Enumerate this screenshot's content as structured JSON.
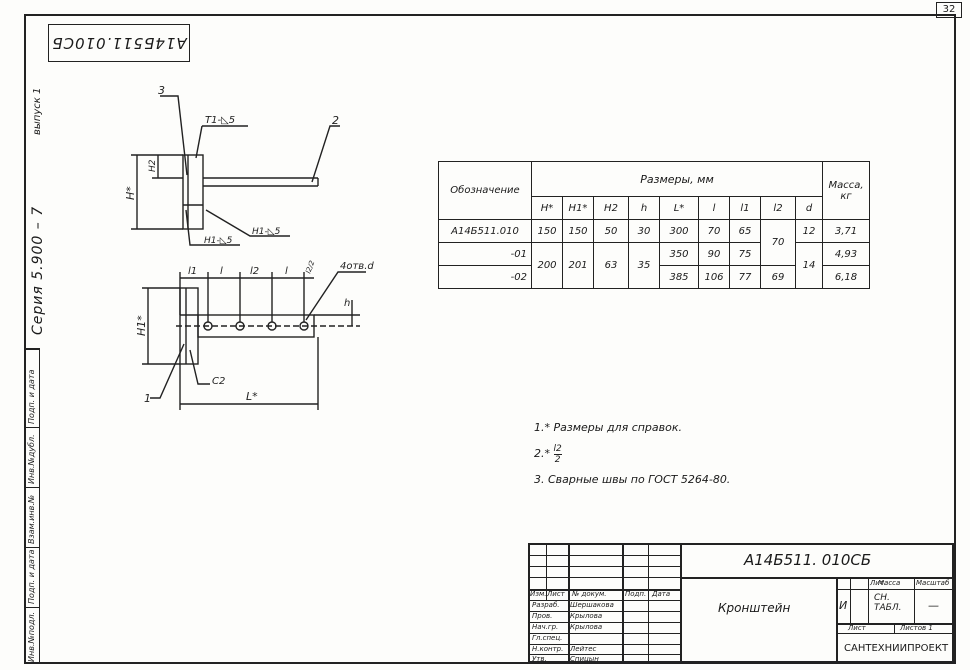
{
  "page_number": "32",
  "series_title": "Серия 5.900 – 7",
  "issue": "выпуск 1",
  "side_labels": [
    "Инв.№подл.",
    "Подп. и дата",
    "Взам.инв.№",
    "Инв.№дубл.",
    "Подп. и дата"
  ],
  "stamp_code": "А14Б511.010СБ",
  "drawing_labels": {
    "pos3": "3",
    "pos2": "2",
    "pos1": "1",
    "weld_top": "Т1-◺5",
    "weld_h1": "Н1-◺5",
    "weld_n1": "Н1-◺5",
    "H": "H*",
    "H2": "H2",
    "H1": "H1*",
    "L": "L*",
    "l1": "l1",
    "l_a": "l",
    "l2": "l2",
    "l_b": "l",
    "l2_half": "l2/2",
    "holes": "4отв.d",
    "h": "h",
    "c2": "С2"
  },
  "table": {
    "col_designation": "Обозначение",
    "group_sizes": "Размеры, мм",
    "col_mass": "Масса, кг",
    "headers": [
      "H*",
      "H1*",
      "H2",
      "h",
      "L*",
      "l",
      "l1",
      "l2",
      "d"
    ],
    "rows": [
      {
        "designation": "А14Б511.010",
        "H": "150",
        "H1": "150",
        "H2": "50",
        "h": "30",
        "L": "300",
        "l": "70",
        "l1": "65",
        "l2": "",
        "d": "12",
        "mass": "3,71"
      },
      {
        "designation": "-01",
        "H": "",
        "H1": "",
        "H2": "",
        "h": "",
        "L": "350",
        "l": "90",
        "l1": "75",
        "l2": "",
        "d": "",
        "mass": "4,93"
      },
      {
        "designation": "-02",
        "H": "",
        "H1": "",
        "H2": "",
        "h": "",
        "L": "385",
        "l": "106",
        "l1": "77",
        "l2": "69",
        "d": "",
        "mass": "6,18"
      }
    ],
    "merged": {
      "H_0102": "200",
      "H1_0102": "201",
      "H2_0102": "63",
      "h_0102": "35",
      "l2_0001": "70",
      "d_0102": "14"
    }
  },
  "notes": {
    "n1": "1.* Размеры для справок.",
    "n2_prefix": "2.*",
    "n2_num": "l2",
    "n2_den": "2",
    "n3": "3. Сварные швы по ГОСТ 5264-80."
  },
  "title_block": {
    "code": "А14Б511. 010СБ",
    "name": "Кронштейн",
    "lit_label": "Лит.",
    "mass_label": "Масса",
    "scale_label": "Масштаб",
    "lit_value": "И",
    "mass_value": "СН. ТАБЛ.",
    "scale_value": "—",
    "sheet_label": "Лист",
    "sheets_label": "Листов 1",
    "org": "САНТЕХНИИПРОЕКТ",
    "hdr": [
      "Изм.",
      "Лист",
      "№ докум.",
      "Подп.",
      "Дата"
    ],
    "roles": [
      "Разраб.",
      "Пров.",
      "Нач.гр.",
      "Гл.спец.",
      "Н.контр.",
      "Утв."
    ],
    "names": [
      "Шершакова",
      "Крылова",
      "Крылова",
      "",
      "Лейтес",
      "Спицын"
    ]
  }
}
